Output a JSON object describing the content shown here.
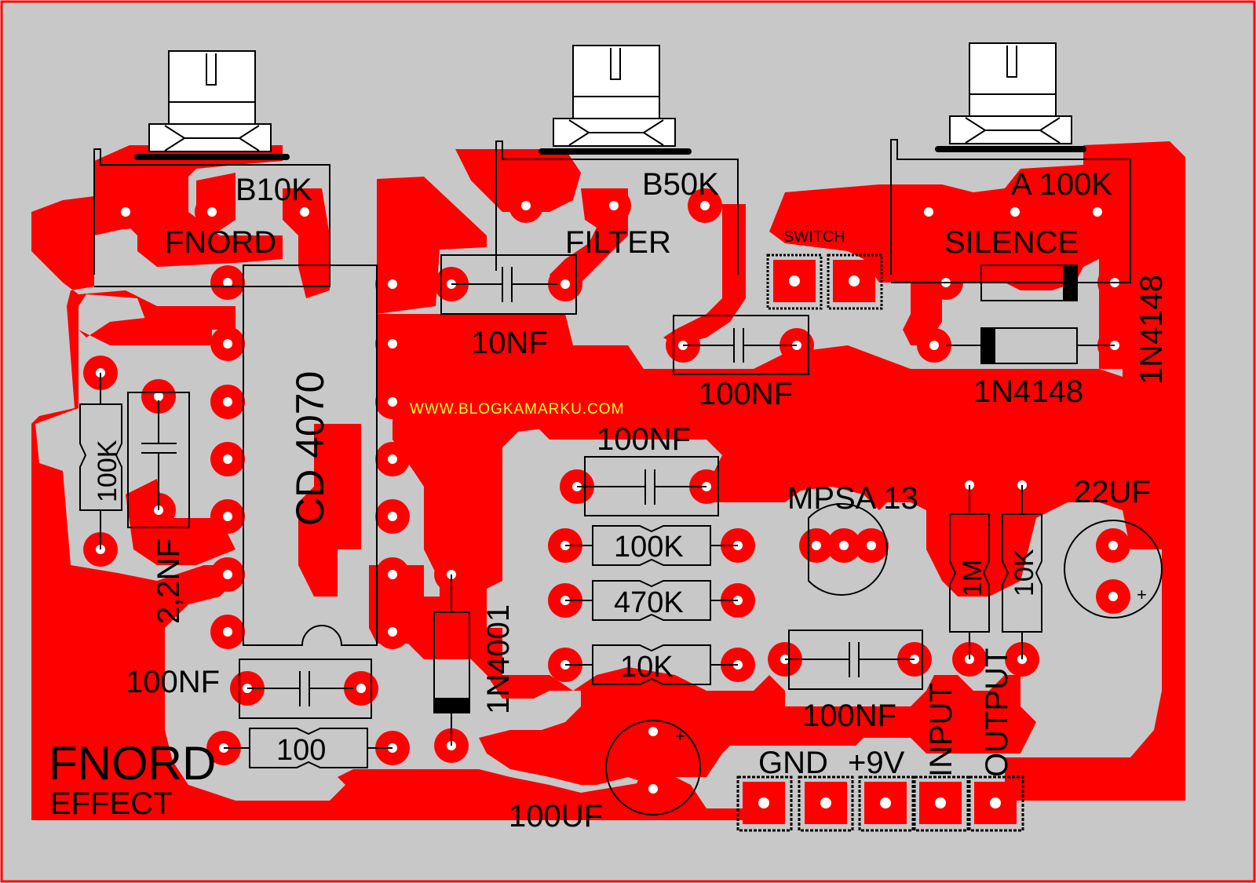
{
  "colors": {
    "board": "#c8c8c8",
    "copper": "#ff0000",
    "silkscreen": "#000000",
    "watermark": "#ffff33",
    "border": "#ff0000"
  },
  "pots": {
    "fnord": {
      "value": "B10K",
      "name": "FNORD"
    },
    "filter": {
      "value": "B50K",
      "name": "FILTER"
    },
    "silence": {
      "value": "A 100K",
      "name": "SILENCE"
    }
  },
  "labels": {
    "switch": "SWITCH",
    "ic": "CD 4070",
    "watermark": "WWW.BLOGKAMARKU.COM",
    "title": "FNORD",
    "subtitle": "EFFECT",
    "transistor": "MPSA 13",
    "cap_10nf": "10NF",
    "cap_100nf_a": "100NF",
    "cap_100nf_b": "100NF",
    "cap_100nf_c": "100NF",
    "cap_100nf_d": "100NF",
    "cap_2n2": "2,2NF",
    "cap_22uf": "22UF",
    "cap_100uf": "100UF",
    "diode_a": "1N4148",
    "diode_b": "1N4148",
    "diode_c": "1N4001",
    "res_100k_a": "100K",
    "res_100k_b": "100K",
    "res_470k": "470K",
    "res_10k_a": "10K",
    "res_10k_b": "10K",
    "res_1m": "1M",
    "res_100": "100"
  },
  "connectors": [
    "GND",
    "+9V",
    "INPUT",
    "OUTPUT"
  ]
}
